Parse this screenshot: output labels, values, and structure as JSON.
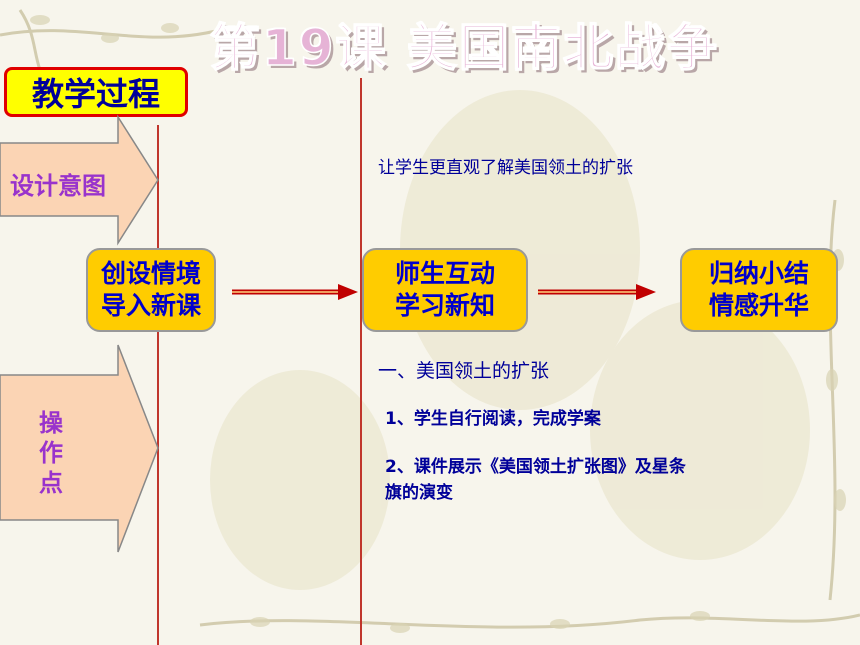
{
  "title": "第19课 美国南北战争",
  "process_label": "教学过程",
  "left_arrows": {
    "purpose_label": "设计意图",
    "operation_label": "操作点"
  },
  "design_intent": "让学生更直观了解美国领土的扩张",
  "steps": [
    {
      "line1": "创设情境",
      "line2": "导入新课"
    },
    {
      "line1": "师生互动",
      "line2": "学习新知"
    },
    {
      "line1": "归纳小结",
      "line2": "情感升华"
    }
  ],
  "content": {
    "heading": "一、美国领土的扩张",
    "item1": "1、学生自行阅读，完成学案",
    "item2_line1": "2、课件展示《美国领土扩张图》及星条",
    "item2_line2": "旗的演变"
  },
  "colors": {
    "title": "#e6b3d6",
    "process_bg": "#ffff00",
    "process_border": "#e00000",
    "step_box": "#ffcc00",
    "arrow_fill": "#fbd4b4",
    "vertical_line": "#c0362c",
    "text_blue": "#000099"
  }
}
